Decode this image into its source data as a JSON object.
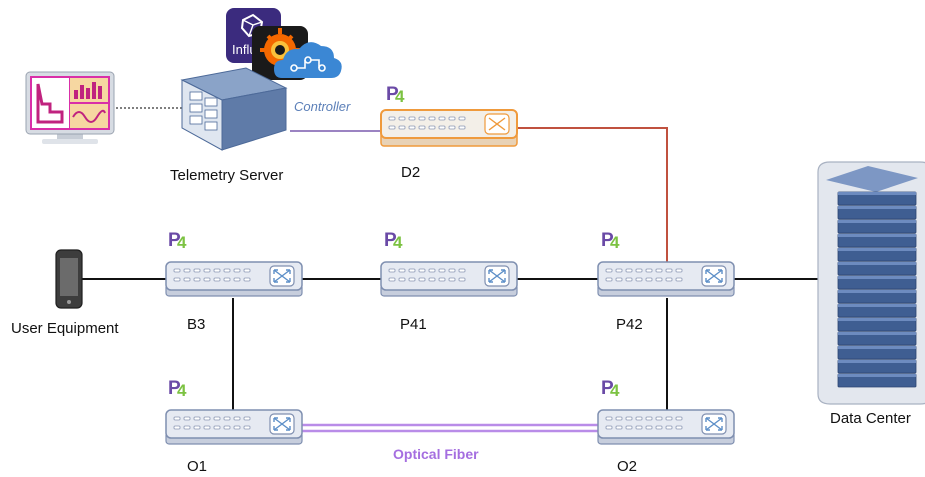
{
  "labels": {
    "telemetry_server": "Telemetry Server",
    "controller": "Controller",
    "user_equipment": "User Equipment",
    "data_center": "Data Center",
    "optical_fiber": "Optical Fiber",
    "p4_badge": "P4",
    "influx_partial": "Influ"
  },
  "switches": {
    "d2": "D2",
    "b3": "B3",
    "p41": "P41",
    "p42": "P42",
    "o1": "O1",
    "o2": "O2"
  },
  "colors": {
    "switch_body": "#e6eaf2",
    "switch_border": "#7f8fb0",
    "d2_border": "#ef9a3c",
    "controller_link": "#9b83c2",
    "d2_p42_link": "#c0513f",
    "optical_fiber": "#b98ce8",
    "p4_purple": "#6a4aa6",
    "p4_green": "#7cc242"
  }
}
